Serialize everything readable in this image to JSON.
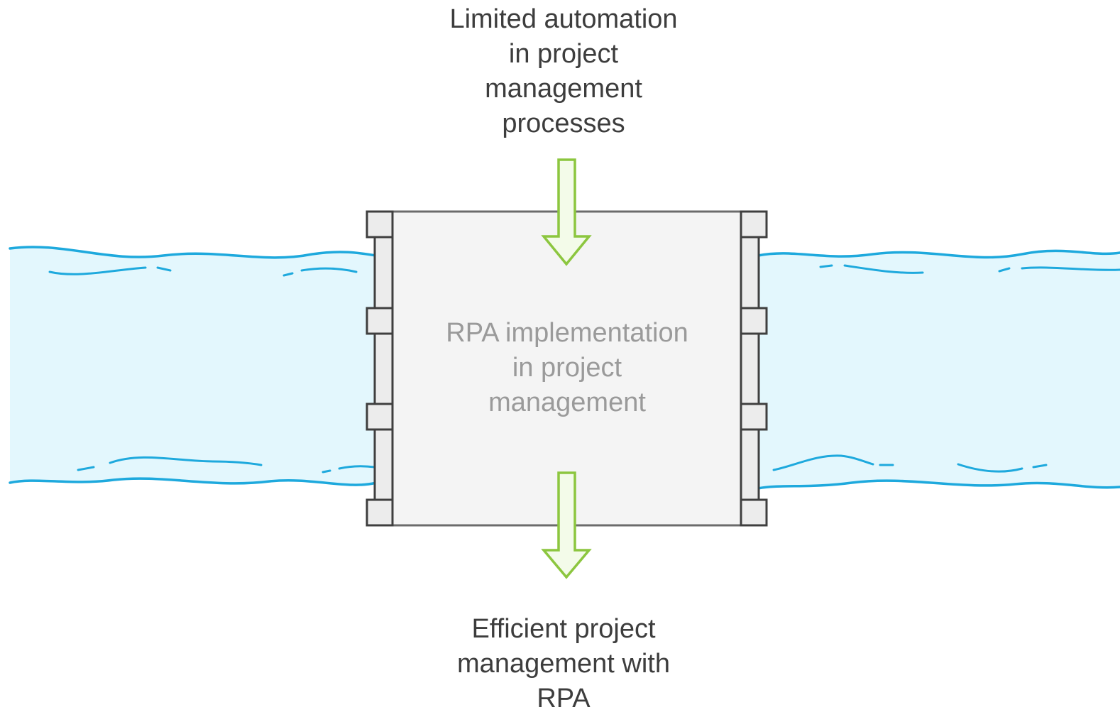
{
  "input_label": {
    "lines": [
      "Limited automation",
      "in project",
      "management",
      "processes"
    ]
  },
  "process_label": {
    "lines": [
      "RPA implementation",
      "in project",
      "management"
    ]
  },
  "output_label": {
    "lines": [
      "Efficient project",
      "management with",
      "RPA"
    ]
  },
  "colors": {
    "water_fill": "#e3f7fd",
    "water_line": "#1ea9dd",
    "box_fill": "#f4f4f4",
    "box_stroke": "#6b6b6b",
    "arrow_stroke": "#8cc63f",
    "arrow_fill": "#f3fbe9"
  },
  "icons": {
    "river": "river-icon",
    "dam": "dam-icon",
    "arrow_in": "arrow-down-icon",
    "arrow_out": "arrow-down-icon"
  }
}
